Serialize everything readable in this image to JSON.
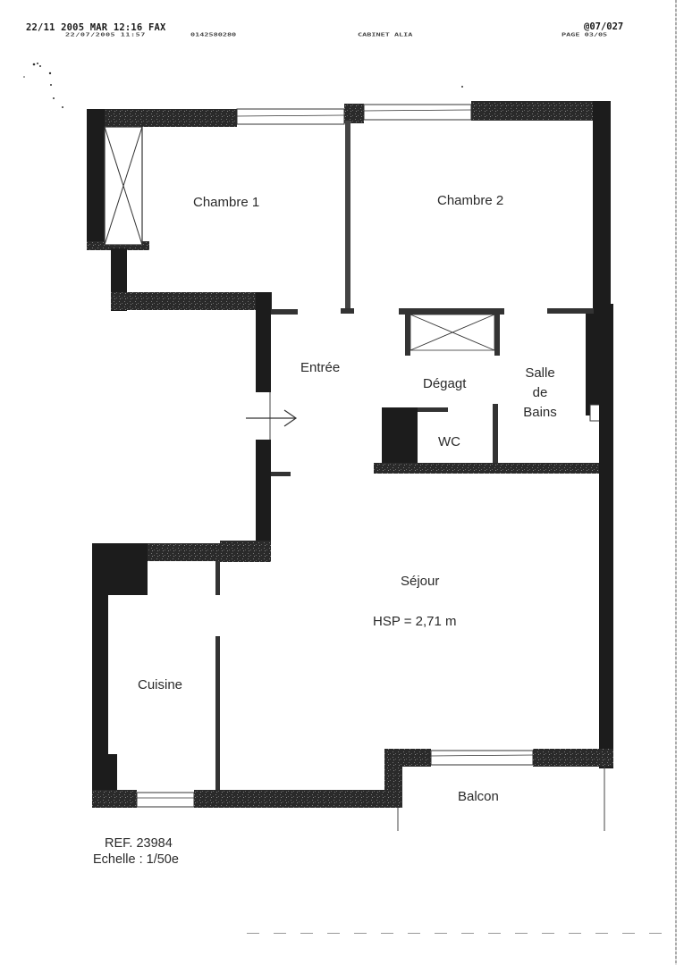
{
  "fax_header": {
    "line1_left": "22/11 2005 MAR 12:16  FAX",
    "line1_right": "@07/027",
    "line2_date": "22/07/2005  11:57",
    "line2_number": "0142580280",
    "line2_sender": "CABINET ALIA",
    "line2_page": "PAGE  03/05"
  },
  "floor_plan": {
    "rooms": [
      {
        "id": "chambre-1",
        "label": "Chambre 1"
      },
      {
        "id": "chambre-2",
        "label": "Chambre 2"
      },
      {
        "id": "entree",
        "label": "Entrée"
      },
      {
        "id": "degagement",
        "label": "Dégagt"
      },
      {
        "id": "salle-de-bains",
        "label_lines": [
          "Salle",
          "de",
          "Bains"
        ]
      },
      {
        "id": "wc",
        "label": "WC"
      },
      {
        "id": "sejour",
        "label": "Séjour",
        "note": "HSP = 2,71 m"
      },
      {
        "id": "cuisine",
        "label": "Cuisine"
      },
      {
        "id": "balcon",
        "label": "Balcon"
      }
    ],
    "entrance_arrow": "→",
    "wall_color": "#1c1c1c",
    "line_color": "#333333"
  },
  "footer": {
    "reference": "REF. 23984",
    "scale": "Echelle : 1/50e"
  }
}
